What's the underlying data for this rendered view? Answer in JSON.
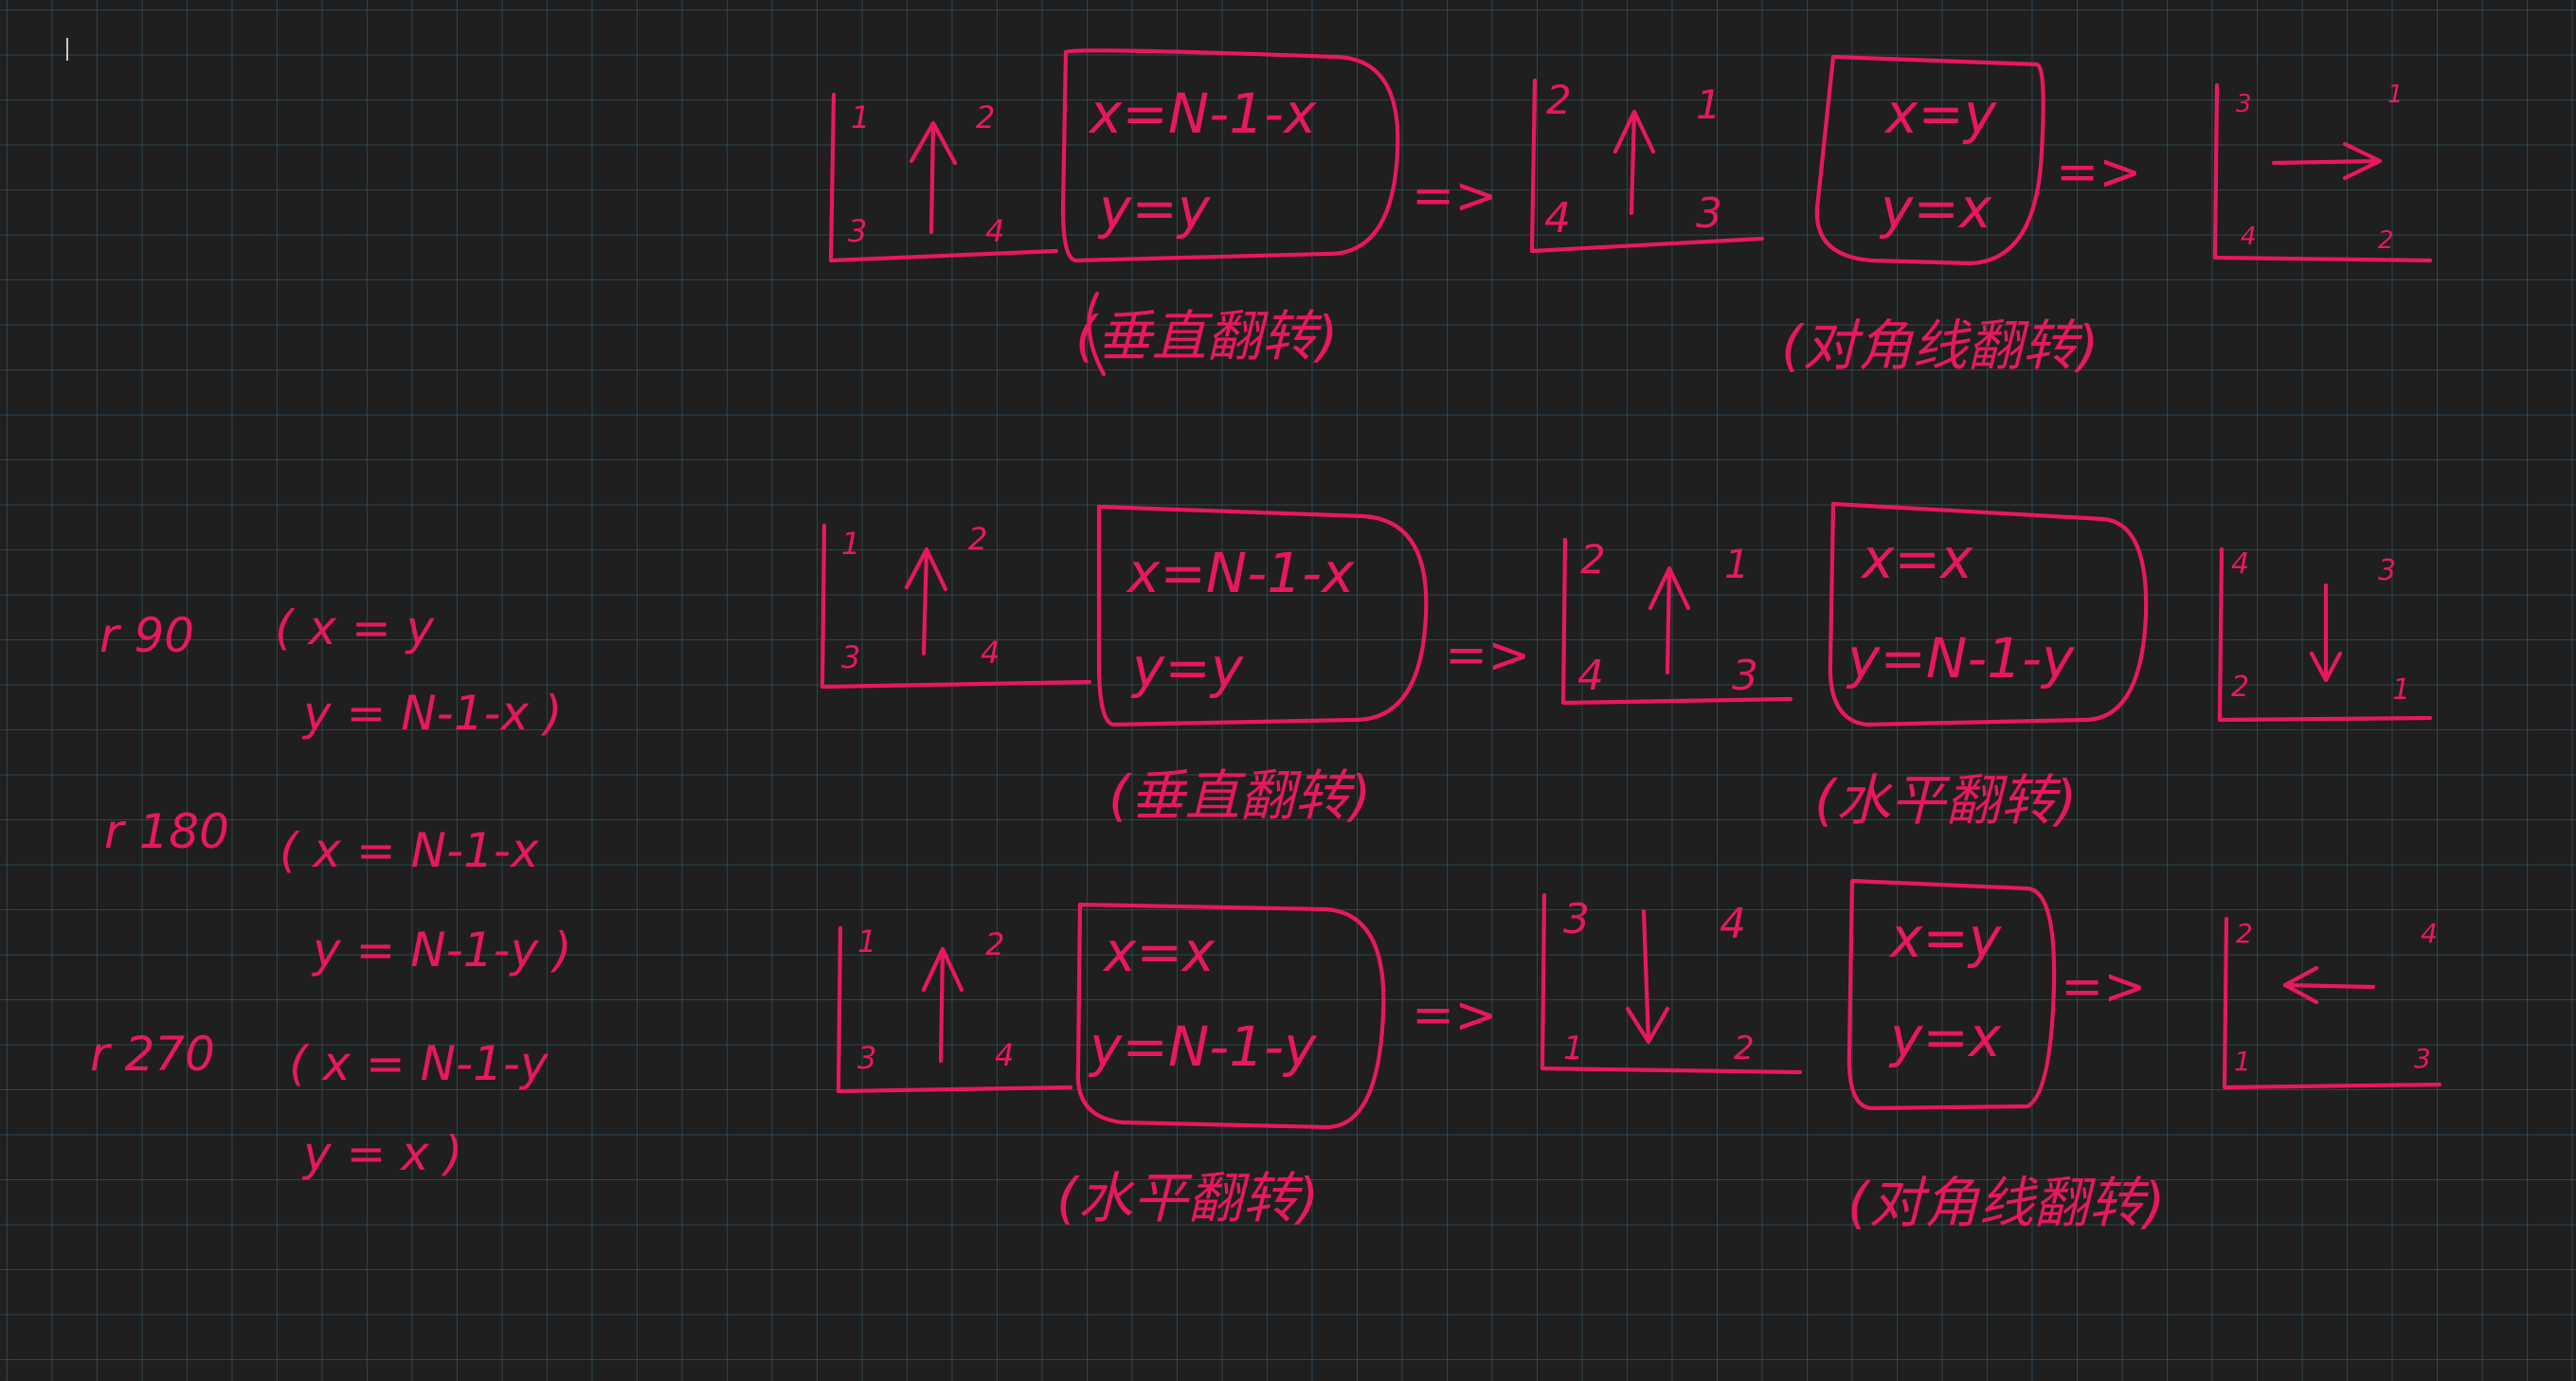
{
  "colors": {
    "ink": "#e8185e",
    "background": "#1f1f1f",
    "grid": "#36628a"
  },
  "formulas": [
    {
      "label": "r 90",
      "line1": "( x = y",
      "line2": "y = N-1-x )"
    },
    {
      "label": "r 180",
      "line1": "( x = N-1-x",
      "line2": "y = N-1-y )"
    },
    {
      "label": "r 270",
      "line1": "( x = N-1-y",
      "line2": "y = x )"
    }
  ],
  "rows": [
    {
      "start": {
        "corners": [
          "1",
          "2",
          "3",
          "4"
        ],
        "arrow": "up"
      },
      "step1": {
        "line1": "x=N-1-x",
        "line2": "y=y",
        "caption": "(垂直翻转)"
      },
      "mid": {
        "corners": [
          "2",
          "1",
          "4",
          "3"
        ],
        "arrow": "up"
      },
      "step2": {
        "line1": "x=y",
        "line2": "y=x",
        "caption": "(对角线翻转)"
      },
      "end": {
        "corners": [
          "3",
          "1",
          "4",
          "2"
        ],
        "arrow": "right"
      },
      "implies": "=>"
    },
    {
      "start": {
        "corners": [
          "1",
          "2",
          "3",
          "4"
        ],
        "arrow": "up"
      },
      "step1": {
        "line1": "x=N-1-x",
        "line2": "y=y",
        "caption": "(垂直翻转)"
      },
      "mid": {
        "corners": [
          "2",
          "1",
          "4",
          "3"
        ],
        "arrow": "up"
      },
      "step2": {
        "line1": "x=x",
        "line2": "y=N-1-y",
        "caption": "(水平翻转)"
      },
      "end": {
        "corners": [
          "4",
          "3",
          "2",
          "1"
        ],
        "arrow": "down"
      },
      "implies": "=>"
    },
    {
      "start": {
        "corners": [
          "1",
          "2",
          "3",
          "4"
        ],
        "arrow": "up"
      },
      "step1": {
        "line1": "x=x",
        "line2": "y=N-1-y",
        "caption": "(水平翻转)"
      },
      "mid": {
        "corners": [
          "3",
          "4",
          "1",
          "2"
        ],
        "arrow": "down"
      },
      "step2": {
        "line1": "x=y",
        "line2": "y=x",
        "caption": "(对角线翻转)"
      },
      "end": {
        "corners": [
          "2",
          "4",
          "1",
          "3"
        ],
        "arrow": "left"
      },
      "implies": "=>"
    }
  ]
}
